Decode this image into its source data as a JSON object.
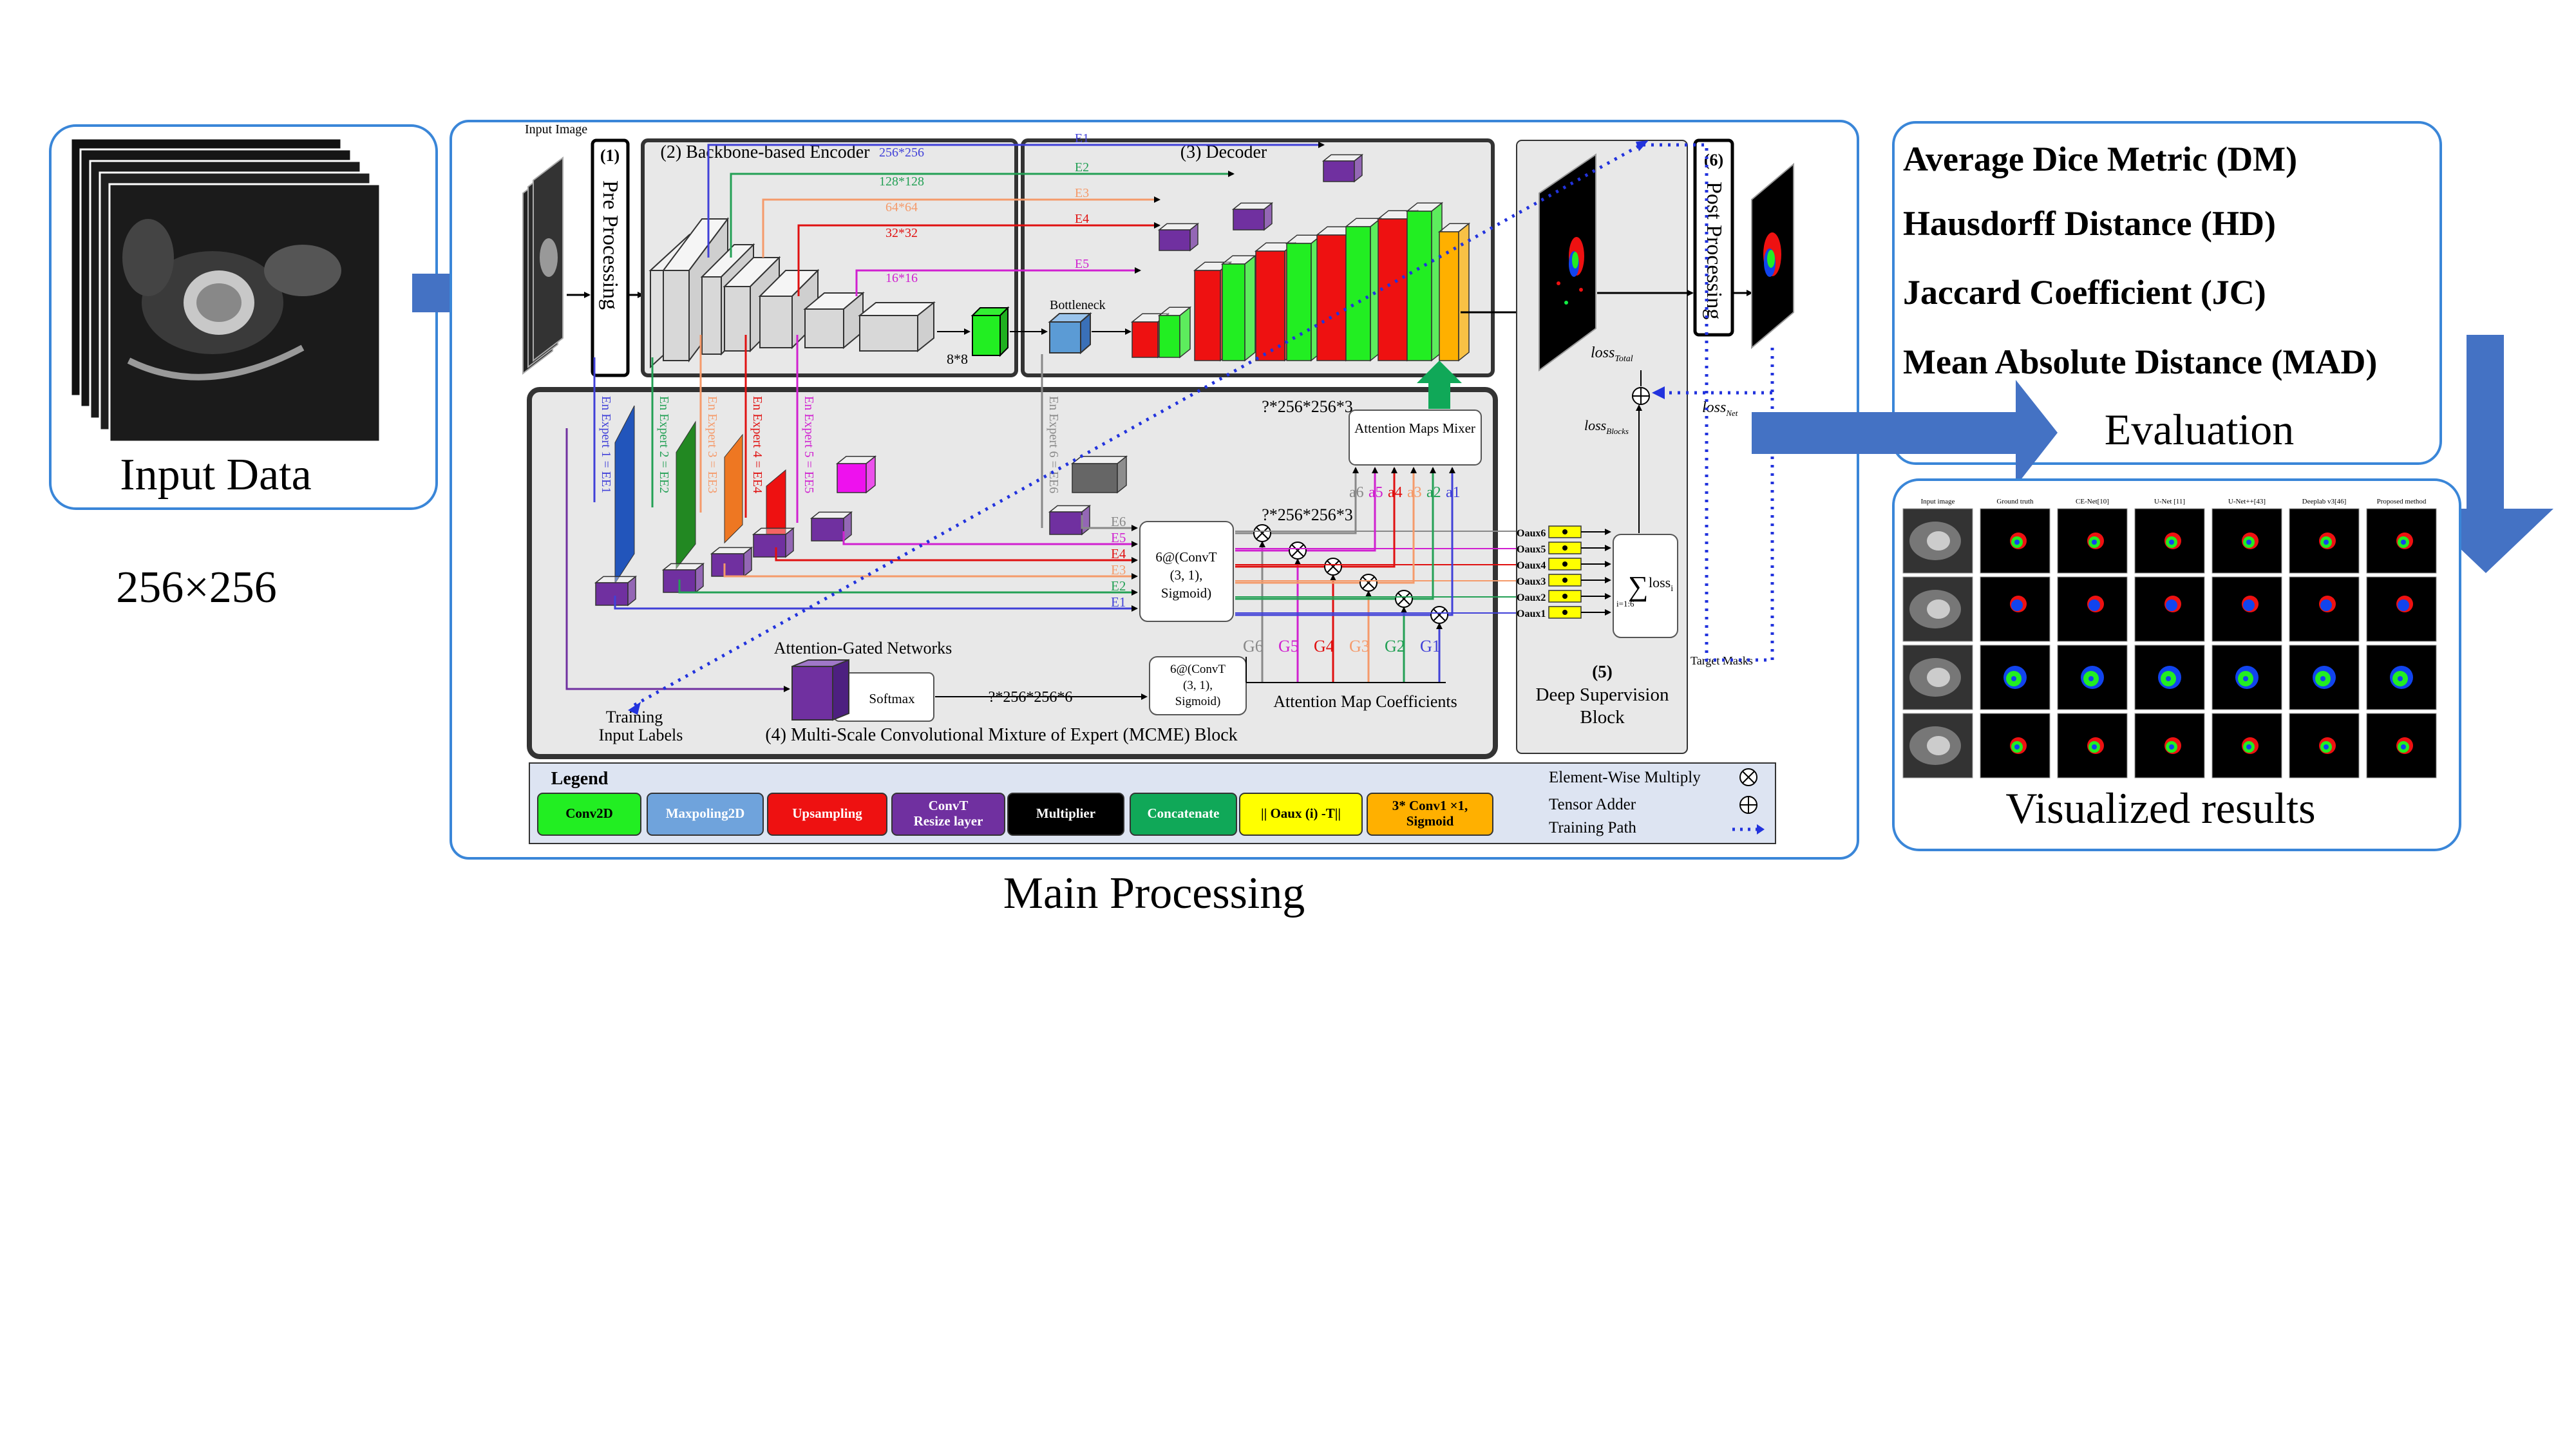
{
  "input_panel": {
    "caption": "Input Data",
    "size": "256×256"
  },
  "main": {
    "caption": "Main Processing",
    "input_image": "Input Image",
    "preprocessing": {
      "num": "(1)",
      "label": "Pre Processing"
    },
    "encoder": {
      "title": "(2) Backbone-based Encoder"
    },
    "decoder": {
      "title": "(3) Decoder"
    },
    "postprocessing": {
      "num": "(6)",
      "label": "Post Processing"
    },
    "skips": [
      {
        "name": "E1",
        "size": "256*256",
        "color": "#4040d8"
      },
      {
        "name": "E2",
        "size": "128*128",
        "color": "#23a055"
      },
      {
        "name": "E3",
        "size": "64*64",
        "color": "#f59a6a"
      },
      {
        "name": "E4",
        "size": "32*32",
        "color": "#e01010"
      },
      {
        "name": "E5",
        "size": "16*16",
        "color": "#d020d0"
      }
    ],
    "bottom_size": "8*8",
    "bottleneck": "Bottleneck",
    "experts": [
      "En Expert 1 = EE1",
      "En Expert 2 = EE2",
      "En Expert 3 = EE3",
      "En Expert 4 = EE4",
      "En Expert 5 = EE5",
      "En Expert 6 = EE6"
    ],
    "mcme": {
      "title": "(4) Multi-Scale Convolutional Mixture of Expert (MCME) Block",
      "dim_top": "?*256*256*3",
      "dim_mid": "?*256*256*3",
      "dim_bottom": "?*256*256*6",
      "mixer": "Attention Maps Mixer",
      "convt1": [
        "6@(ConvT",
        "(3, 1),",
        "Sigmoid)"
      ],
      "convt2": [
        "6@(ConvT",
        "(3, 1),",
        "Sigmoid)"
      ],
      "agn": "Attention-Gated Networks",
      "softmax": "Softmax",
      "coef": "Attention Map Coefficients",
      "training_labels": [
        "Training",
        "Input Labels"
      ],
      "e_labels": [
        "E6",
        "E5",
        "E4",
        "E3",
        "E2",
        "E1"
      ],
      "g_labels": [
        "G6",
        "G5",
        "G4",
        "G3",
        "G2",
        "G1"
      ],
      "a_labels": [
        "a6",
        "a5",
        "a4",
        "a3",
        "a2",
        "a1"
      ]
    },
    "ds": {
      "num": "(5)",
      "title": "Deep Supervision",
      "title2": "Block",
      "loss_total": "loss",
      "loss_total_sub": "Total",
      "loss_blocks": "loss",
      "loss_blocks_sub": "Blocks",
      "loss_net": "loss",
      "loss_net_sub": "Net",
      "aux": [
        "Oaux6",
        "Oaux5",
        "Oaux4",
        "Oaux3",
        "Oaux2",
        "Oaux1"
      ],
      "sum_main": "loss",
      "sum_sub": "i",
      "sum_range": "i=1:6",
      "target": "Target Masks"
    },
    "legend": {
      "title": "Legend",
      "items": [
        {
          "label": "Conv2D",
          "bg": "#22ee22",
          "fg": "#000"
        },
        {
          "label": "Maxpoling2D",
          "bg": "#6fa3dc",
          "fg": "#fff"
        },
        {
          "label": "Upsampling",
          "bg": "#ee1111",
          "fg": "#fff"
        },
        {
          "label": "ConvT\nResize layer",
          "bg": "#7030a0",
          "fg": "#fff"
        },
        {
          "label": "Multiplier",
          "bg": "#000000",
          "fg": "#fff"
        },
        {
          "label": "Concatenate",
          "bg": "#10a858",
          "fg": "#fff"
        },
        {
          "label": "|| Oaux (i) -T||",
          "bg": "#ffff00",
          "fg": "#000"
        },
        {
          "label": "3* Conv1 ×1,\nSigmoid",
          "bg": "#ffb000",
          "fg": "#000"
        }
      ],
      "mult": "Element-Wise Multiply",
      "adder": "Tensor Adder",
      "path": "Training Path"
    }
  },
  "metrics": [
    "Average Dice Metric (DM)",
    "Hausdorff Distance (HD)",
    "Jaccard Coefficient (JC)",
    "Mean Absolute Distance (MAD)"
  ],
  "evaluation": "Evaluation",
  "results": {
    "caption": "Visualized results",
    "columns": [
      "Input image",
      "Ground truth",
      "CE-Net[10]",
      "U-Net [11]",
      "U-Net++[43]",
      "Deeplab v3[46]",
      "Proposed method"
    ]
  },
  "colors": {
    "frame": "#3a86d8",
    "arrow": "#4472c4",
    "panel": "#e8e8e8",
    "dark_border": "#333333"
  }
}
